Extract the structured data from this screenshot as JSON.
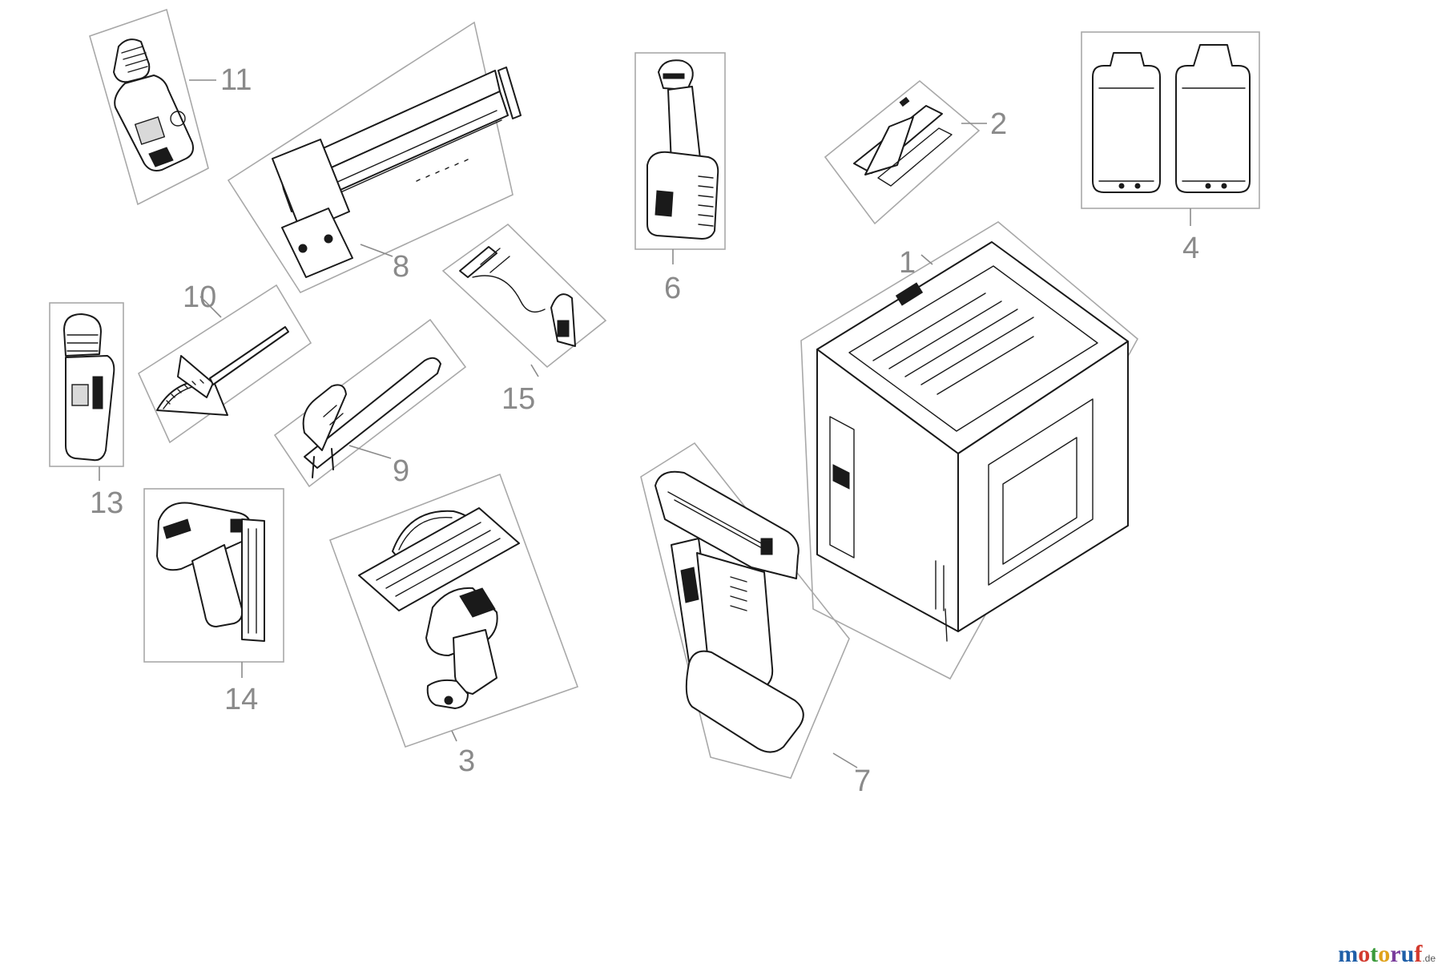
{
  "diagram": {
    "parts": [
      {
        "id": "box",
        "label": "1"
      },
      {
        "id": "guide",
        "label": "2"
      },
      {
        "id": "circular-saw",
        "label": "3"
      },
      {
        "id": "batteries",
        "label": "4"
      },
      {
        "id": "charger-tool",
        "label": "6"
      },
      {
        "id": "charger",
        "label": "7"
      },
      {
        "id": "rail",
        "label": "8"
      },
      {
        "id": "handle",
        "label": "9"
      },
      {
        "id": "mitre-gauge",
        "label": "10"
      },
      {
        "id": "drill",
        "label": "11"
      },
      {
        "id": "screwdriver",
        "label": "13"
      },
      {
        "id": "jigsaw",
        "label": "14"
      },
      {
        "id": "bracket",
        "label": "15"
      }
    ]
  },
  "branding": {
    "logo_letters": [
      "m",
      "o",
      "t",
      "o",
      "r",
      "u",
      "f"
    ],
    "logo_tld": ".de"
  }
}
